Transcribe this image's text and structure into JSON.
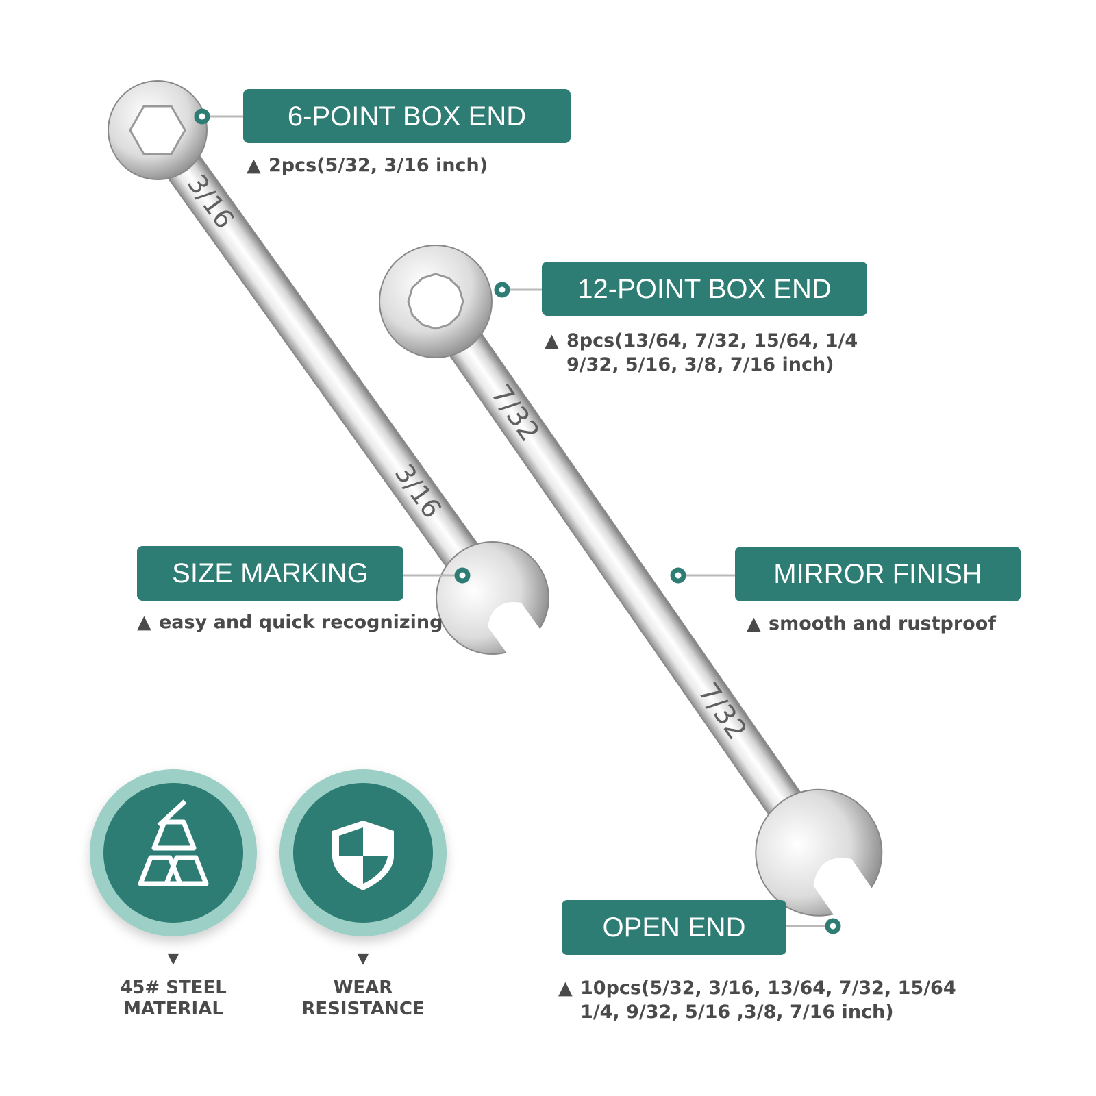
{
  "colors": {
    "teal": "#2e7d74",
    "teal_light": "#9ccfc6",
    "text": "#4a4a4a",
    "steel_light": "#f2f2f2",
    "steel_dark": "#9a9a9a"
  },
  "callouts": {
    "six_point": {
      "title": "6-POINT BOX END",
      "marker": "▲",
      "line1": "2pcs(5/32, 3/16 inch)"
    },
    "twelve_point": {
      "title": "12-POINT BOX END",
      "marker": "▲",
      "line1": "8pcs(13/64, 7/32, 15/64, 1/4",
      "line2": "9/32, 5/16, 3/8, 7/16 inch)"
    },
    "size_marking": {
      "title": "SIZE MARKING",
      "marker": "▲",
      "line1": "easy and quick recognizing"
    },
    "mirror_finish": {
      "title": "MIRROR FINISH",
      "marker": "▲",
      "line1": "smooth and rustproof"
    },
    "open_end": {
      "title": "OPEN END",
      "marker": "▲",
      "line1": "10pcs(5/32, 3/16, 13/64, 7/32, 15/64",
      "line2": "1/4, 9/32, 5/16 ,3/8, 7/16 inch)"
    }
  },
  "wrench_markings": {
    "small": "3/16",
    "large": "7/32"
  },
  "features": [
    {
      "icon": "steel-bars-icon",
      "arrow": "▼",
      "line1": "45# STEEL",
      "line2": "MATERIAL"
    },
    {
      "icon": "shield-icon",
      "arrow": "▼",
      "line1": "WEAR",
      "line2": "RESISTANCE"
    }
  ]
}
